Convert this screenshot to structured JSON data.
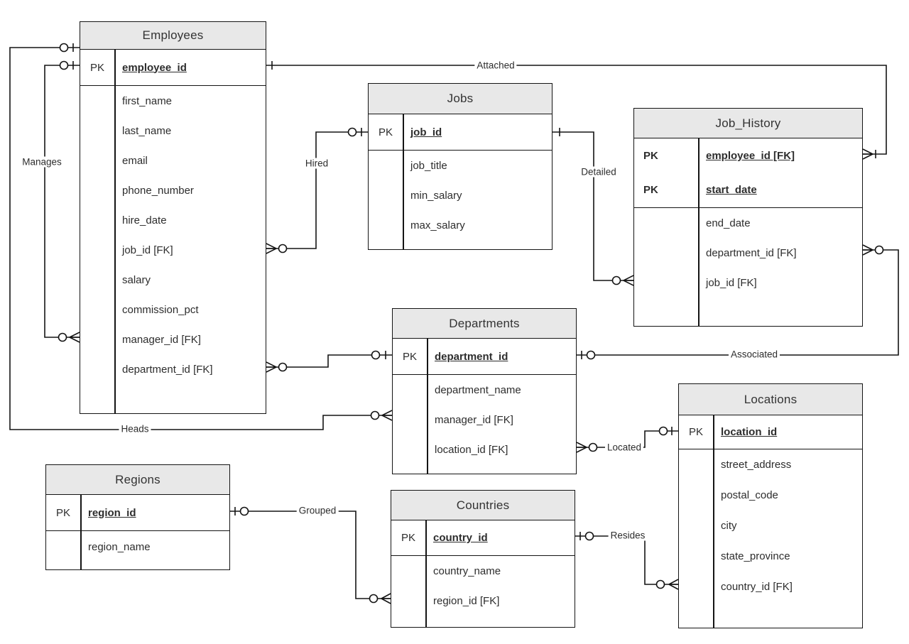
{
  "colors": {
    "background": "#ffffff",
    "entity_header_fill": "#e8e8e8",
    "border": "#141414",
    "text": "#2d2d2d"
  },
  "entities": [
    {
      "name": "Employees",
      "pk": [
        {
          "label": "PK",
          "field": "employee_id"
        }
      ],
      "fields": [
        "first_name",
        "last_name",
        "email",
        "phone_number",
        "hire_date",
        "job_id [FK]",
        "salary",
        "commission_pct",
        "manager_id [FK]",
        "department_id [FK]"
      ]
    },
    {
      "name": "Jobs",
      "pk": [
        {
          "label": "PK",
          "field": "job_id"
        }
      ],
      "fields": [
        "job_title",
        "min_salary",
        "max_salary"
      ]
    },
    {
      "name": "Job_History",
      "pk": [
        {
          "label": "PK",
          "field": "employee_id [FK]"
        },
        {
          "label": "PK",
          "field": "start_date"
        }
      ],
      "fields": [
        "end_date",
        "department_id [FK]",
        "job_id [FK]"
      ]
    },
    {
      "name": "Departments",
      "pk": [
        {
          "label": "PK",
          "field": "department_id"
        }
      ],
      "fields": [
        "department_name",
        "manager_id [FK]",
        "location_id [FK]"
      ]
    },
    {
      "name": "Locations",
      "pk": [
        {
          "label": "PK",
          "field": "location_id"
        }
      ],
      "fields": [
        "street_address",
        "postal_code",
        "city",
        "state_province",
        "country_id [FK]"
      ]
    },
    {
      "name": "Regions",
      "pk": [
        {
          "label": "PK",
          "field": "region_id"
        }
      ],
      "fields": [
        "region_name"
      ]
    },
    {
      "name": "Countries",
      "pk": [
        {
          "label": "PK",
          "field": "country_id"
        }
      ],
      "fields": [
        "country_name",
        "region_id [FK]"
      ]
    }
  ],
  "relationships": [
    {
      "label": "Manages",
      "from": "Employees.employee_id",
      "to": "Employees.manager_id [FK]",
      "from_cardinality": "zero-or-one",
      "to_cardinality": "zero-or-many"
    },
    {
      "label": "Heads",
      "from": "Employees.employee_id",
      "to": "Departments.manager_id [FK]",
      "from_cardinality": "zero-or-one",
      "to_cardinality": "zero-or-many"
    },
    {
      "label": "Attached",
      "from": "Employees.employee_id",
      "to": "Job_History.employee_id [FK]",
      "from_cardinality": "one",
      "to_cardinality": "one-or-many"
    },
    {
      "label": "Hired",
      "from": "Jobs.job_id",
      "to": "Employees.job_id [FK]",
      "from_cardinality": "zero-or-one",
      "to_cardinality": "zero-or-many"
    },
    {
      "label": "Detailed",
      "from": "Jobs.job_id",
      "to": "Job_History.job_id [FK]",
      "from_cardinality": "one",
      "to_cardinality": "zero-or-many"
    },
    {
      "label": "",
      "from": "Departments.department_id",
      "to": "Employees.department_id [FK]",
      "from_cardinality": "zero-or-one",
      "to_cardinality": "zero-or-many"
    },
    {
      "label": "Associated",
      "from": "Departments.department_id",
      "to": "Job_History.department_id [FK]",
      "from_cardinality": "zero-or-one",
      "to_cardinality": "zero-or-many"
    },
    {
      "label": "Located",
      "from": "Locations.location_id",
      "to": "Departments.location_id [FK]",
      "from_cardinality": "zero-or-one",
      "to_cardinality": "zero-or-many"
    },
    {
      "label": "Grouped",
      "from": "Regions.region_id",
      "to": "Countries.region_id [FK]",
      "from_cardinality": "zero-or-one",
      "to_cardinality": "zero-or-many"
    },
    {
      "label": "Resides",
      "from": "Countries.country_id",
      "to": "Locations.country_id [FK]",
      "from_cardinality": "zero-or-one",
      "to_cardinality": "zero-or-many"
    }
  ]
}
